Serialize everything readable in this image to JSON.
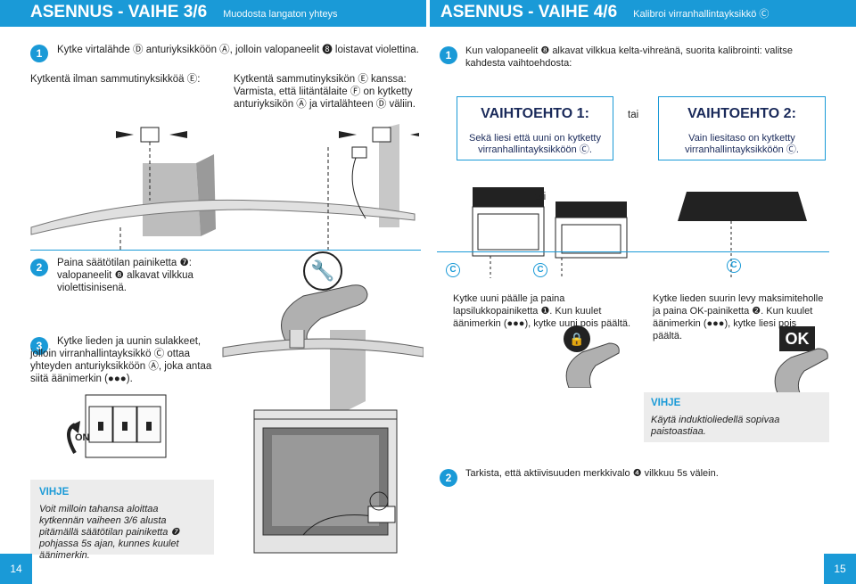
{
  "left": {
    "title": "ASENNUS - VAIHE 3/6",
    "subtitle": "Muodosta langaton yhteys",
    "step1_num": "1",
    "step1_text": "Kytke virtalähde Ⓓ anturiyksikköön Ⓐ, jolloin valopaneelit ❽ loistavat violettina.",
    "label_without_switch": "Kytkentä ilman sammutinyksikköä Ⓔ:",
    "label_with_switch_title": "Kytkentä sammutinyksikön Ⓔ kanssa:",
    "label_with_switch_body": "Varmista, että liitäntälaite Ⓕ on kytketty anturiyksikön Ⓐ ja virtalähteen Ⓓ väliin.",
    "step2_num": "2",
    "step2_text": "Paina säätötilan painiketta ❼: valopaneelit ❽ alkavat vilkkua violettisinisenä.",
    "step3_num": "3",
    "step3_text": "Kytke lieden ja uunin sulakkeet, jolloin virranhallintayksikkö Ⓒ ottaa yhteyden anturiyksikköön Ⓐ, joka antaa siitä äänimerkin (●●●).",
    "on_label": "ON",
    "tip_title": "VIHJE",
    "tip_body": "Voit milloin tahansa aloittaa kytkennän vaiheen 3/6 alusta pitämällä säätötilan painiketta ❼ pohjassa 5s ajan, kunnes kuulet äänimerkin.",
    "page_number": "14"
  },
  "right": {
    "title": "ASENNUS - VAIHE 4/6",
    "subtitle": "Kalibroi virranhallintayksikkö Ⓒ",
    "step1_num": "1",
    "step1_text": "Kun valopaneelit ❽ alkavat vilkkua kelta-vihreänä, suorita kalibrointi: valitse kahdesta vaihtoehdosta:",
    "option1_title": "VAIHTOEHTO 1:",
    "option1_body": "Sekä liesi että uuni on kytketty virranhallintayksikköön Ⓒ.",
    "or1": "tai",
    "option2_title": "VAIHTOEHTO 2:",
    "option2_body": "Vain liesitaso on kytketty virranhallintayksikköön Ⓒ.",
    "or2": "tai",
    "c_label": "C",
    "text_oven": "Kytke uuni päälle ja paina lapsilukkopainiketta ❶. Kun kuulet äänimerkin (●●●), kytke uuni pois päältä.",
    "text_hob": "Kytke lieden suurin levy maksimiteholle ja paina OK-painiketta ❷. Kun kuulet äänimerkin (●●●), kytke liesi pois päältä.",
    "ok_label": "OK",
    "tip_title": "VIHJE",
    "tip_body": "Käytä induktioliedellä sopivaa paistoastiaa.",
    "step2_num": "2",
    "step2_text": "Tarkista, että aktiivisuuden merkkivalo ❹ vilkkuu 5s välein.",
    "page_number": "15"
  },
  "colors": {
    "accent": "#1a9ad7",
    "tip_bg": "#ececec",
    "dark": "#1a2a5a"
  }
}
